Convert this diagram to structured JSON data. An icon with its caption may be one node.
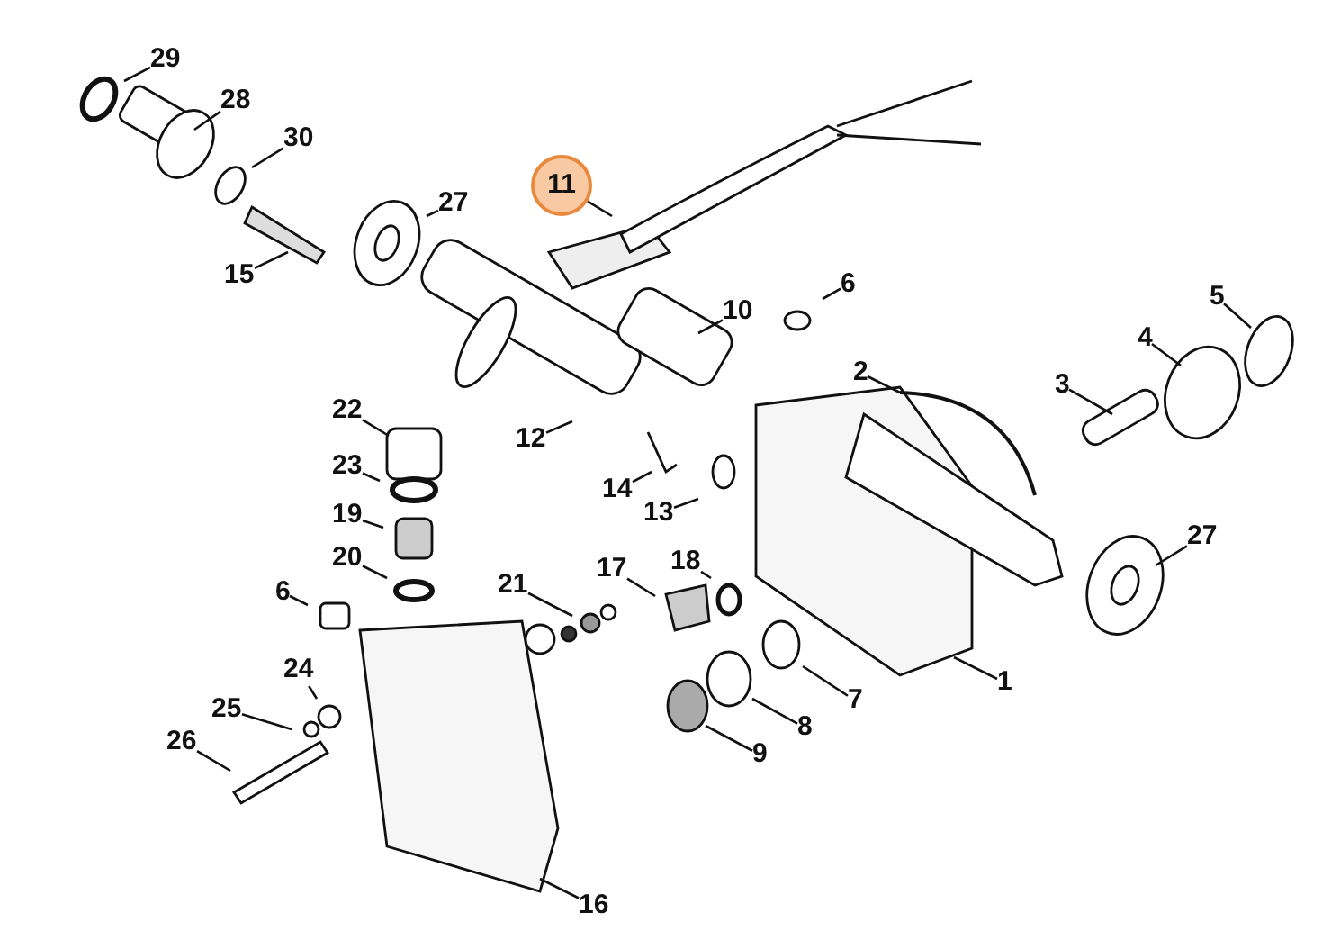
{
  "diagram": {
    "nodes": [
      {
        "text": [
          "29"
        ]
      },
      {
        "text": [
          "28"
        ]
      },
      {
        "text": [
          "30"
        ]
      },
      {
        "text": [
          "11"
        ]
      },
      {
        "text": [
          "27"
        ]
      },
      {
        "text": [
          "10"
        ]
      },
      {
        "text": [
          "6"
        ]
      },
      {
        "text": [
          "5"
        ]
      },
      {
        "text": [
          "15"
        ]
      },
      {
        "text": [
          "4"
        ]
      },
      {
        "text": [
          "2"
        ]
      },
      {
        "text": [
          "3"
        ]
      },
      {
        "text": [
          "22"
        ]
      },
      {
        "text": [
          "12"
        ]
      },
      {
        "text": [
          "23"
        ]
      },
      {
        "text": [
          "14"
        ]
      },
      {
        "text": [
          "13"
        ]
      },
      {
        "text": [
          "19"
        ]
      },
      {
        "text": [
          "18"
        ]
      },
      {
        "text": [
          "20"
        ]
      },
      {
        "text": [
          "21"
        ]
      },
      {
        "text": [
          "17"
        ]
      },
      {
        "text": [
          "27"
        ]
      },
      {
        "text": [
          "6"
        ]
      },
      {
        "text": [
          "1"
        ]
      },
      {
        "text": [
          "7"
        ]
      },
      {
        "text": [
          "24"
        ]
      },
      {
        "text": [
          "25"
        ]
      },
      {
        "text": [
          "8"
        ]
      },
      {
        "text": [
          "26"
        ]
      },
      {
        "text": [
          "9"
        ]
      },
      {
        "text": [
          "16"
        ]
      }
    ],
    "edges": [
      {
        "from": 0,
        "to": null,
        "arrow": "none"
      },
      {
        "from": 1,
        "to": null,
        "arrow": "none"
      },
      {
        "from": 2,
        "to": null,
        "arrow": "none"
      },
      {
        "from": 3,
        "to": null,
        "arrow": "none"
      },
      {
        "from": 4,
        "to": null,
        "arrow": "none"
      },
      {
        "from": 5,
        "to": null,
        "arrow": "none"
      },
      {
        "from": 6,
        "to": null,
        "arrow": "none"
      },
      {
        "from": 7,
        "to": null,
        "arrow": "none"
      },
      {
        "from": 8,
        "to": null,
        "arrow": "none"
      },
      {
        "from": 9,
        "to": null,
        "arrow": "none"
      },
      {
        "from": 10,
        "to": null,
        "arrow": "none"
      },
      {
        "from": 11,
        "to": null,
        "arrow": "none"
      },
      {
        "from": 12,
        "to": null,
        "arrow": "none"
      },
      {
        "from": 13,
        "to": null,
        "arrow": "none"
      },
      {
        "from": 14,
        "to": null,
        "arrow": "none"
      },
      {
        "from": 15,
        "to": null,
        "arrow": "none"
      },
      {
        "from": 16,
        "to": null,
        "arrow": "none"
      },
      {
        "from": 17,
        "to": null,
        "arrow": "none"
      },
      {
        "from": 18,
        "to": null,
        "arrow": "none"
      },
      {
        "from": 19,
        "to": null,
        "arrow": "none"
      },
      {
        "from": 20,
        "to": null,
        "arrow": "none"
      },
      {
        "from": 21,
        "to": null,
        "arrow": "none"
      },
      {
        "from": 22,
        "to": null,
        "arrow": "none"
      },
      {
        "from": 23,
        "to": null,
        "arrow": "none"
      },
      {
        "from": 24,
        "to": null,
        "arrow": "none"
      },
      {
        "from": 25,
        "to": null,
        "arrow": "none"
      },
      {
        "from": 26,
        "to": null,
        "arrow": "none"
      },
      {
        "from": 27,
        "to": null,
        "arrow": "none"
      },
      {
        "from": 28,
        "to": null,
        "arrow": "none"
      },
      {
        "from": 29,
        "to": null,
        "arrow": "none"
      },
      {
        "from": 30,
        "to": null,
        "arrow": "none"
      },
      {
        "from": 31,
        "to": null,
        "arrow": "none"
      }
    ]
  }
}
